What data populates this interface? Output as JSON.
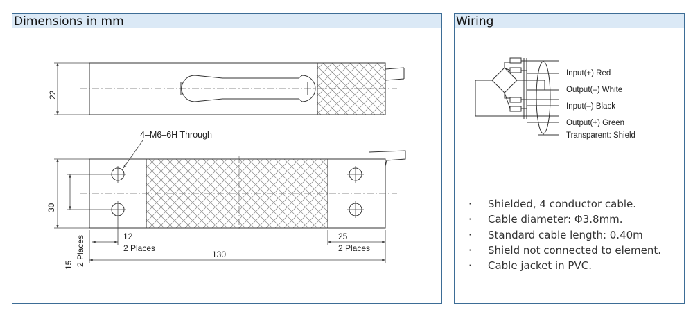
{
  "dimensions_panel": {
    "title": "Dimensions in mm",
    "labels": {
      "height_22": "22",
      "height_30": "30",
      "hole_callout": "4–M6–6H Through",
      "dim_12": "12",
      "dim_12_note": "2 Places",
      "dim_25": "25",
      "dim_25_note": "2 Places",
      "dim_130": "130",
      "dim_15": "15",
      "dim_15_note": "2 Places"
    }
  },
  "wiring_panel": {
    "title": "Wiring",
    "wires": [
      "Input(+) Red",
      "Output(–) White",
      "Input(–) Black",
      "Output(+) Green",
      "Transparent: Shield"
    ],
    "notes": [
      "Shielded, 4 conductor cable.",
      "Cable diameter: Φ3.8mm.",
      "Standard cable length: 0.40m",
      "Shield not connected to element.",
      "Cable jacket in PVC."
    ],
    "bullet": "·"
  }
}
